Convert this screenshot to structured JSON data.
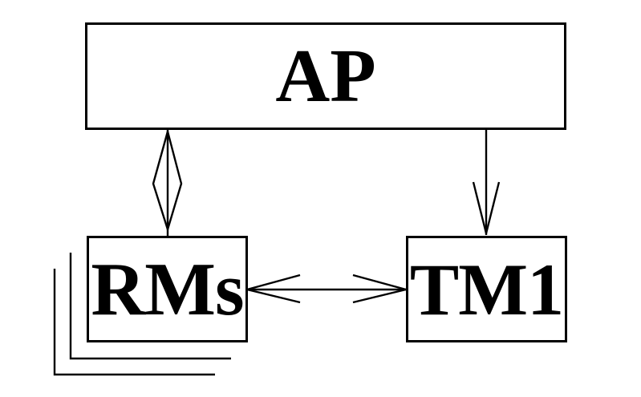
{
  "diagram": {
    "colors": {
      "ink": "#000000",
      "background": "#ffffff"
    },
    "nodes": {
      "ap": {
        "label": "AP"
      },
      "rms": {
        "label": "RMs",
        "stacked": true,
        "stack_copies_shown": 2
      },
      "tm1": {
        "label": "TM1"
      }
    },
    "edges": [
      {
        "from": "AP",
        "to": "RMs",
        "connector": "vertical-line-through-open-diamond"
      },
      {
        "from": "AP",
        "to": "TM1",
        "connector": "vertical-line-open-arrowhead-down"
      },
      {
        "from": "RMs",
        "to": "TM1",
        "connector": "horizontal-line-open-arrowheads-both-ends"
      }
    ]
  }
}
